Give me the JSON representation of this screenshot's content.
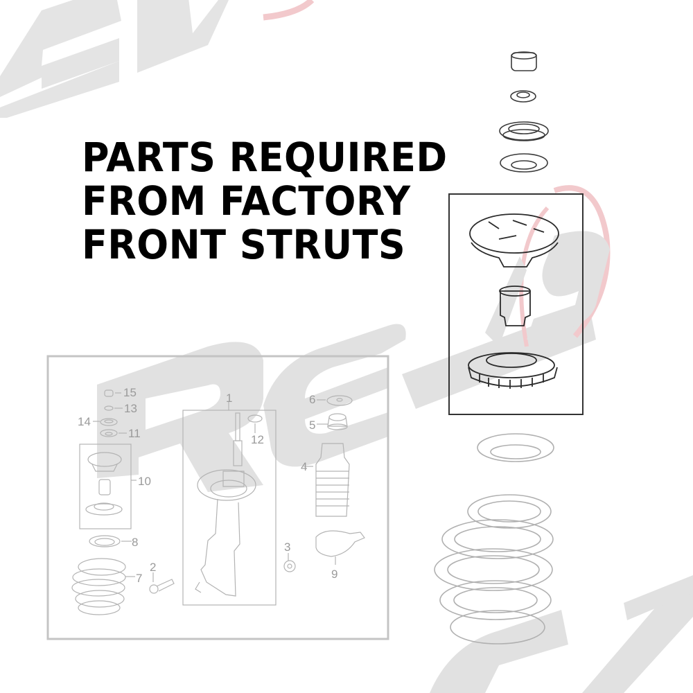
{
  "headline": {
    "lines": [
      "PARTS REQUIRED",
      "FROM FACTORY",
      "FRONT STRUTS"
    ],
    "color": "#000000"
  },
  "watermark": {
    "brand": "REV9",
    "gray_color": "#e3e3e3",
    "accent_color": "#f2c9cc"
  },
  "overview_diagram": {
    "frame_color": "#bdbdbd",
    "callouts": [
      {
        "id": "1",
        "label": "1"
      },
      {
        "id": "2",
        "label": "2"
      },
      {
        "id": "3",
        "label": "3"
      },
      {
        "id": "4",
        "label": "4"
      },
      {
        "id": "5",
        "label": "5"
      },
      {
        "id": "6",
        "label": "6"
      },
      {
        "id": "7",
        "label": "7"
      },
      {
        "id": "8",
        "label": "8"
      },
      {
        "id": "9",
        "label": "9"
      },
      {
        "id": "10",
        "label": "10"
      },
      {
        "id": "11",
        "label": "11"
      },
      {
        "id": "12",
        "label": "12"
      },
      {
        "id": "13",
        "label": "13"
      },
      {
        "id": "14",
        "label": "14"
      },
      {
        "id": "15",
        "label": "15"
      }
    ]
  },
  "detail_diagram": {
    "highlight_box_color": "#333333",
    "parts": [
      "cap",
      "nut-washer",
      "bearing-ring",
      "spring-seat-upper",
      "strut-mount",
      "bump-stop",
      "lower-seat",
      "spring-insulator",
      "coil-spring"
    ]
  }
}
